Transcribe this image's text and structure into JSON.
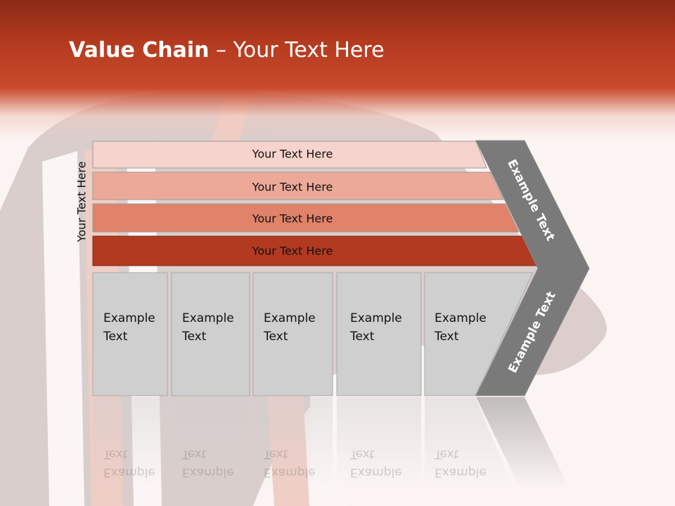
{
  "slide": {
    "title_bold": "Value Chain",
    "title_rest": " – Your Text Here",
    "side_label": "Your Text Here"
  },
  "bars": [
    {
      "label": "Your Text Here",
      "color": "#f6d3cc"
    },
    {
      "label": "Your Text Here",
      "color": "#eda997"
    },
    {
      "label": "Your Text Here",
      "color": "#e0836a"
    },
    {
      "label": "Your Text Here",
      "color": "#b23a20"
    }
  ],
  "boxes": [
    {
      "line1": "Example",
      "line2": "Text"
    },
    {
      "line1": "Example",
      "line2": "Text"
    },
    {
      "line1": "Example",
      "line2": "Text"
    },
    {
      "line1": "Example",
      "line2": "Text"
    },
    {
      "line1": "Example",
      "line2": "Text"
    }
  ],
  "chevron": {
    "upper_label": "Example Text",
    "lower_label": "Example Text",
    "color": "#7a7a7a"
  },
  "colors": {
    "header": "#b43a1f",
    "box_fill": "#cfcfcf"
  }
}
